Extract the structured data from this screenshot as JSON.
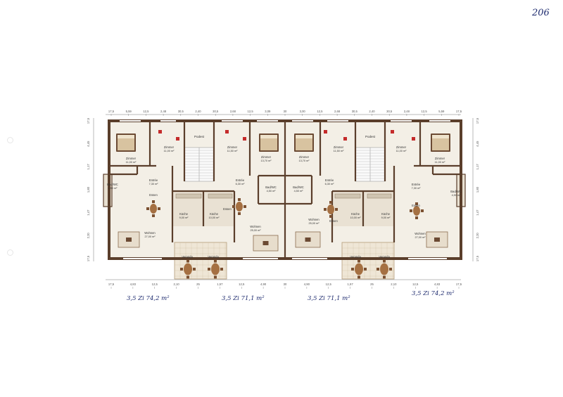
{
  "page_mark": "206",
  "apartments": [
    {
      "size_note": "3,5 Zi  74,2 m²",
      "rooms": [
        {
          "name": "Zimmer",
          "area": "11,00 m²"
        },
        {
          "name": "Zimmer",
          "area": "11,00 m²"
        },
        {
          "name": "Bad/WC",
          "area": "4,90 m²"
        },
        {
          "name": "Entrée",
          "area": "7,30 m²"
        },
        {
          "name": "Essen",
          "area": ""
        },
        {
          "name": "Küche",
          "area": "9,00 m²"
        },
        {
          "name": "Wohnen",
          "area": "27,00 m²"
        },
        {
          "name": "Veranda",
          "area": ""
        }
      ]
    },
    {
      "size_note": "3,5 Zi  71,1 m²",
      "rooms": [
        {
          "name": "Zimmer",
          "area": "11,50 m²"
        },
        {
          "name": "Zimmer",
          "area": "13,70 m²"
        },
        {
          "name": "Bad/WC",
          "area": "4,50 m²"
        },
        {
          "name": "Entrée",
          "area": "6,30 m²"
        },
        {
          "name": "Essen",
          "area": ""
        },
        {
          "name": "Küche",
          "area": "10,00 m²"
        },
        {
          "name": "Wohnen",
          "area": "25,00 m²"
        },
        {
          "name": "Veranda",
          "area": ""
        }
      ]
    },
    {
      "size_note": "3,5 Zi  71,1 m²",
      "rooms": [
        {
          "name": "Zimmer",
          "area": "13,70 m²"
        },
        {
          "name": "Zimmer",
          "area": "11,50 m²"
        },
        {
          "name": "Bad/WC",
          "area": "4,50 m²"
        },
        {
          "name": "Entrée",
          "area": "6,30 m²"
        },
        {
          "name": "Essen",
          "area": ""
        },
        {
          "name": "Küche",
          "area": "10,00 m²"
        },
        {
          "name": "Wohnen",
          "area": "25,00 m²"
        },
        {
          "name": "Veranda",
          "area": ""
        }
      ]
    },
    {
      "size_note": "3,5 Zi  74,2 m²",
      "rooms": [
        {
          "name": "Zimmer",
          "area": "11,00 m²"
        },
        {
          "name": "Zimmer",
          "area": "11,00 m²"
        },
        {
          "name": "Bad/WC",
          "area": "4,90 m²"
        },
        {
          "name": "Entrée",
          "area": "7,30 m²"
        },
        {
          "name": "Essen",
          "area": ""
        },
        {
          "name": "Küche",
          "area": "9,00 m²"
        },
        {
          "name": "Wohnen",
          "area": "27,00 m²"
        },
        {
          "name": "Veranda",
          "area": ""
        }
      ]
    }
  ],
  "stairs": [
    {
      "name": "Podest"
    },
    {
      "name": "Podest"
    }
  ],
  "dimensions": {
    "top": [
      "17,5",
      "5,59",
      "12,5",
      "2,48",
      "30,5",
      "2,40",
      "30,5",
      "2,68",
      "12,5",
      "3,09",
      "30",
      "3,00",
      "12,5",
      "2,68",
      "30,5",
      "2,40",
      "30,5",
      "2,48",
      "12,5",
      "5,59",
      "17,5"
    ],
    "bottom": [
      "17,5",
      "4,83",
      "12,5",
      "2,10",
      "25",
      "1,57",
      "12,5",
      "4,90",
      "30",
      "4,90",
      "12,5",
      "1,57",
      "25",
      "2,10",
      "12,5",
      "4,83",
      "17,5"
    ],
    "left": [
      "17,5",
      "4,45",
      "1,17",
      "1,80",
      "1,47",
      "2,20",
      "17,5"
    ],
    "right": [
      "17,5",
      "4,45",
      "1,17",
      "1,80",
      "1,47",
      "2,20",
      "17,5"
    ]
  },
  "colors": {
    "wall": "#5a3e2b",
    "floor": "#f3efe6",
    "tile": "#e9e1d3",
    "wood": "#a57042",
    "ink": "#1d2a6e",
    "accent": "#c42b2b"
  }
}
